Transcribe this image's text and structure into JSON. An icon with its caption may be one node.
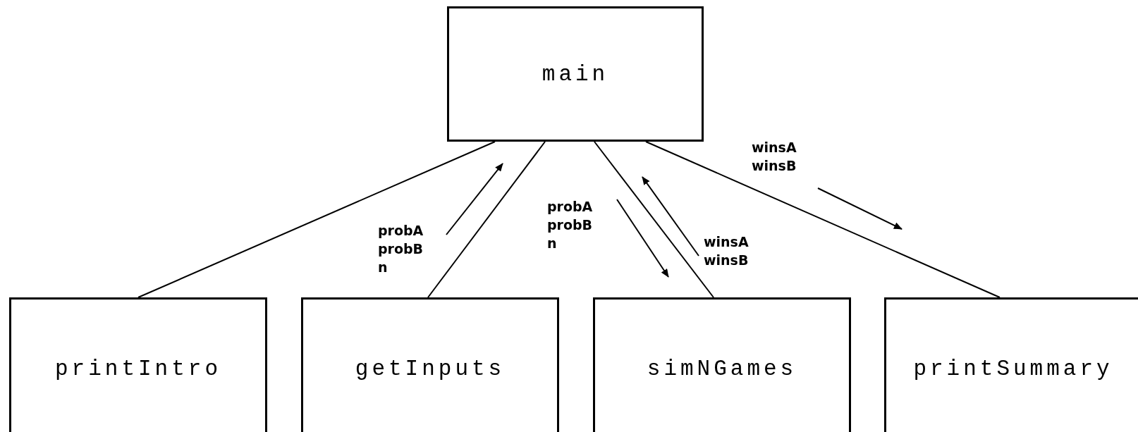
{
  "diagram": {
    "nodes": [
      {
        "text": [
          "main"
        ]
      },
      {
        "text": [
          "printIntro"
        ]
      },
      {
        "text": [
          "getInputs"
        ]
      },
      {
        "text": [
          "simNGames"
        ]
      },
      {
        "text": [
          "printSummary"
        ]
      }
    ],
    "edges": [
      {
        "from": 0,
        "to": 1,
        "arrow": "none"
      },
      {
        "from": 0,
        "to": 2,
        "arrow": "none"
      },
      {
        "from": 0,
        "to": 3,
        "arrow": "none"
      },
      {
        "from": 0,
        "to": 4,
        "arrow": "none"
      }
    ],
    "labels": [
      "winsA winsB",
      "probA probB n",
      "probA probB n",
      "winsA winsB"
    ]
  }
}
